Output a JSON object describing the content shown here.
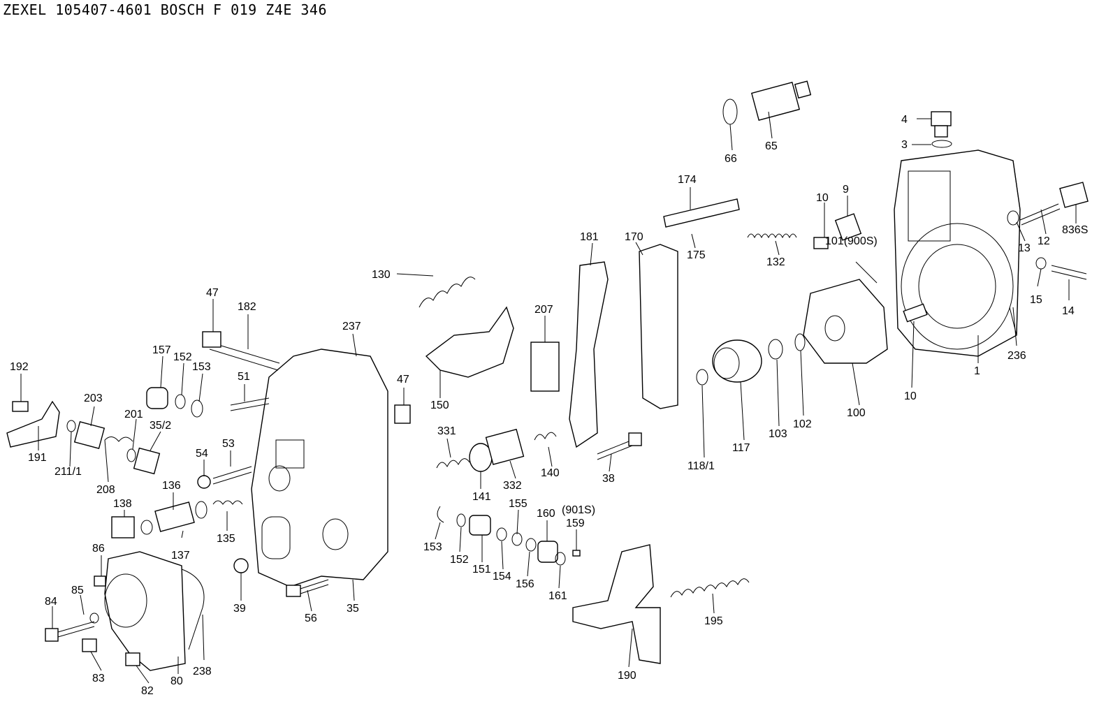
{
  "title": "ZEXEL 105407-4601  BOSCH F 019 Z4E 346",
  "callouts": [
    "4",
    "3",
    "66",
    "65",
    "174",
    "9",
    "10",
    "836S",
    "12",
    "13",
    "101(900S)",
    "132",
    "175",
    "170",
    "181",
    "130",
    "15",
    "14",
    "236",
    "207",
    "47",
    "182",
    "237",
    "1",
    "10",
    "192",
    "157",
    "152",
    "153",
    "51",
    "47",
    "150",
    "117",
    "103",
    "102",
    "100",
    "203",
    "201",
    "35/2",
    "331",
    "118/1",
    "211/1",
    "191",
    "54",
    "53",
    "141",
    "332",
    "140",
    "38",
    "208",
    "136",
    "155",
    "160",
    "(901S)",
    "159",
    "138",
    "135",
    "153",
    "86",
    "137",
    "152",
    "151",
    "154",
    "156",
    "161",
    "85",
    "39",
    "56",
    "35",
    "84",
    "195",
    "83",
    "80",
    "238",
    "82",
    "190"
  ]
}
